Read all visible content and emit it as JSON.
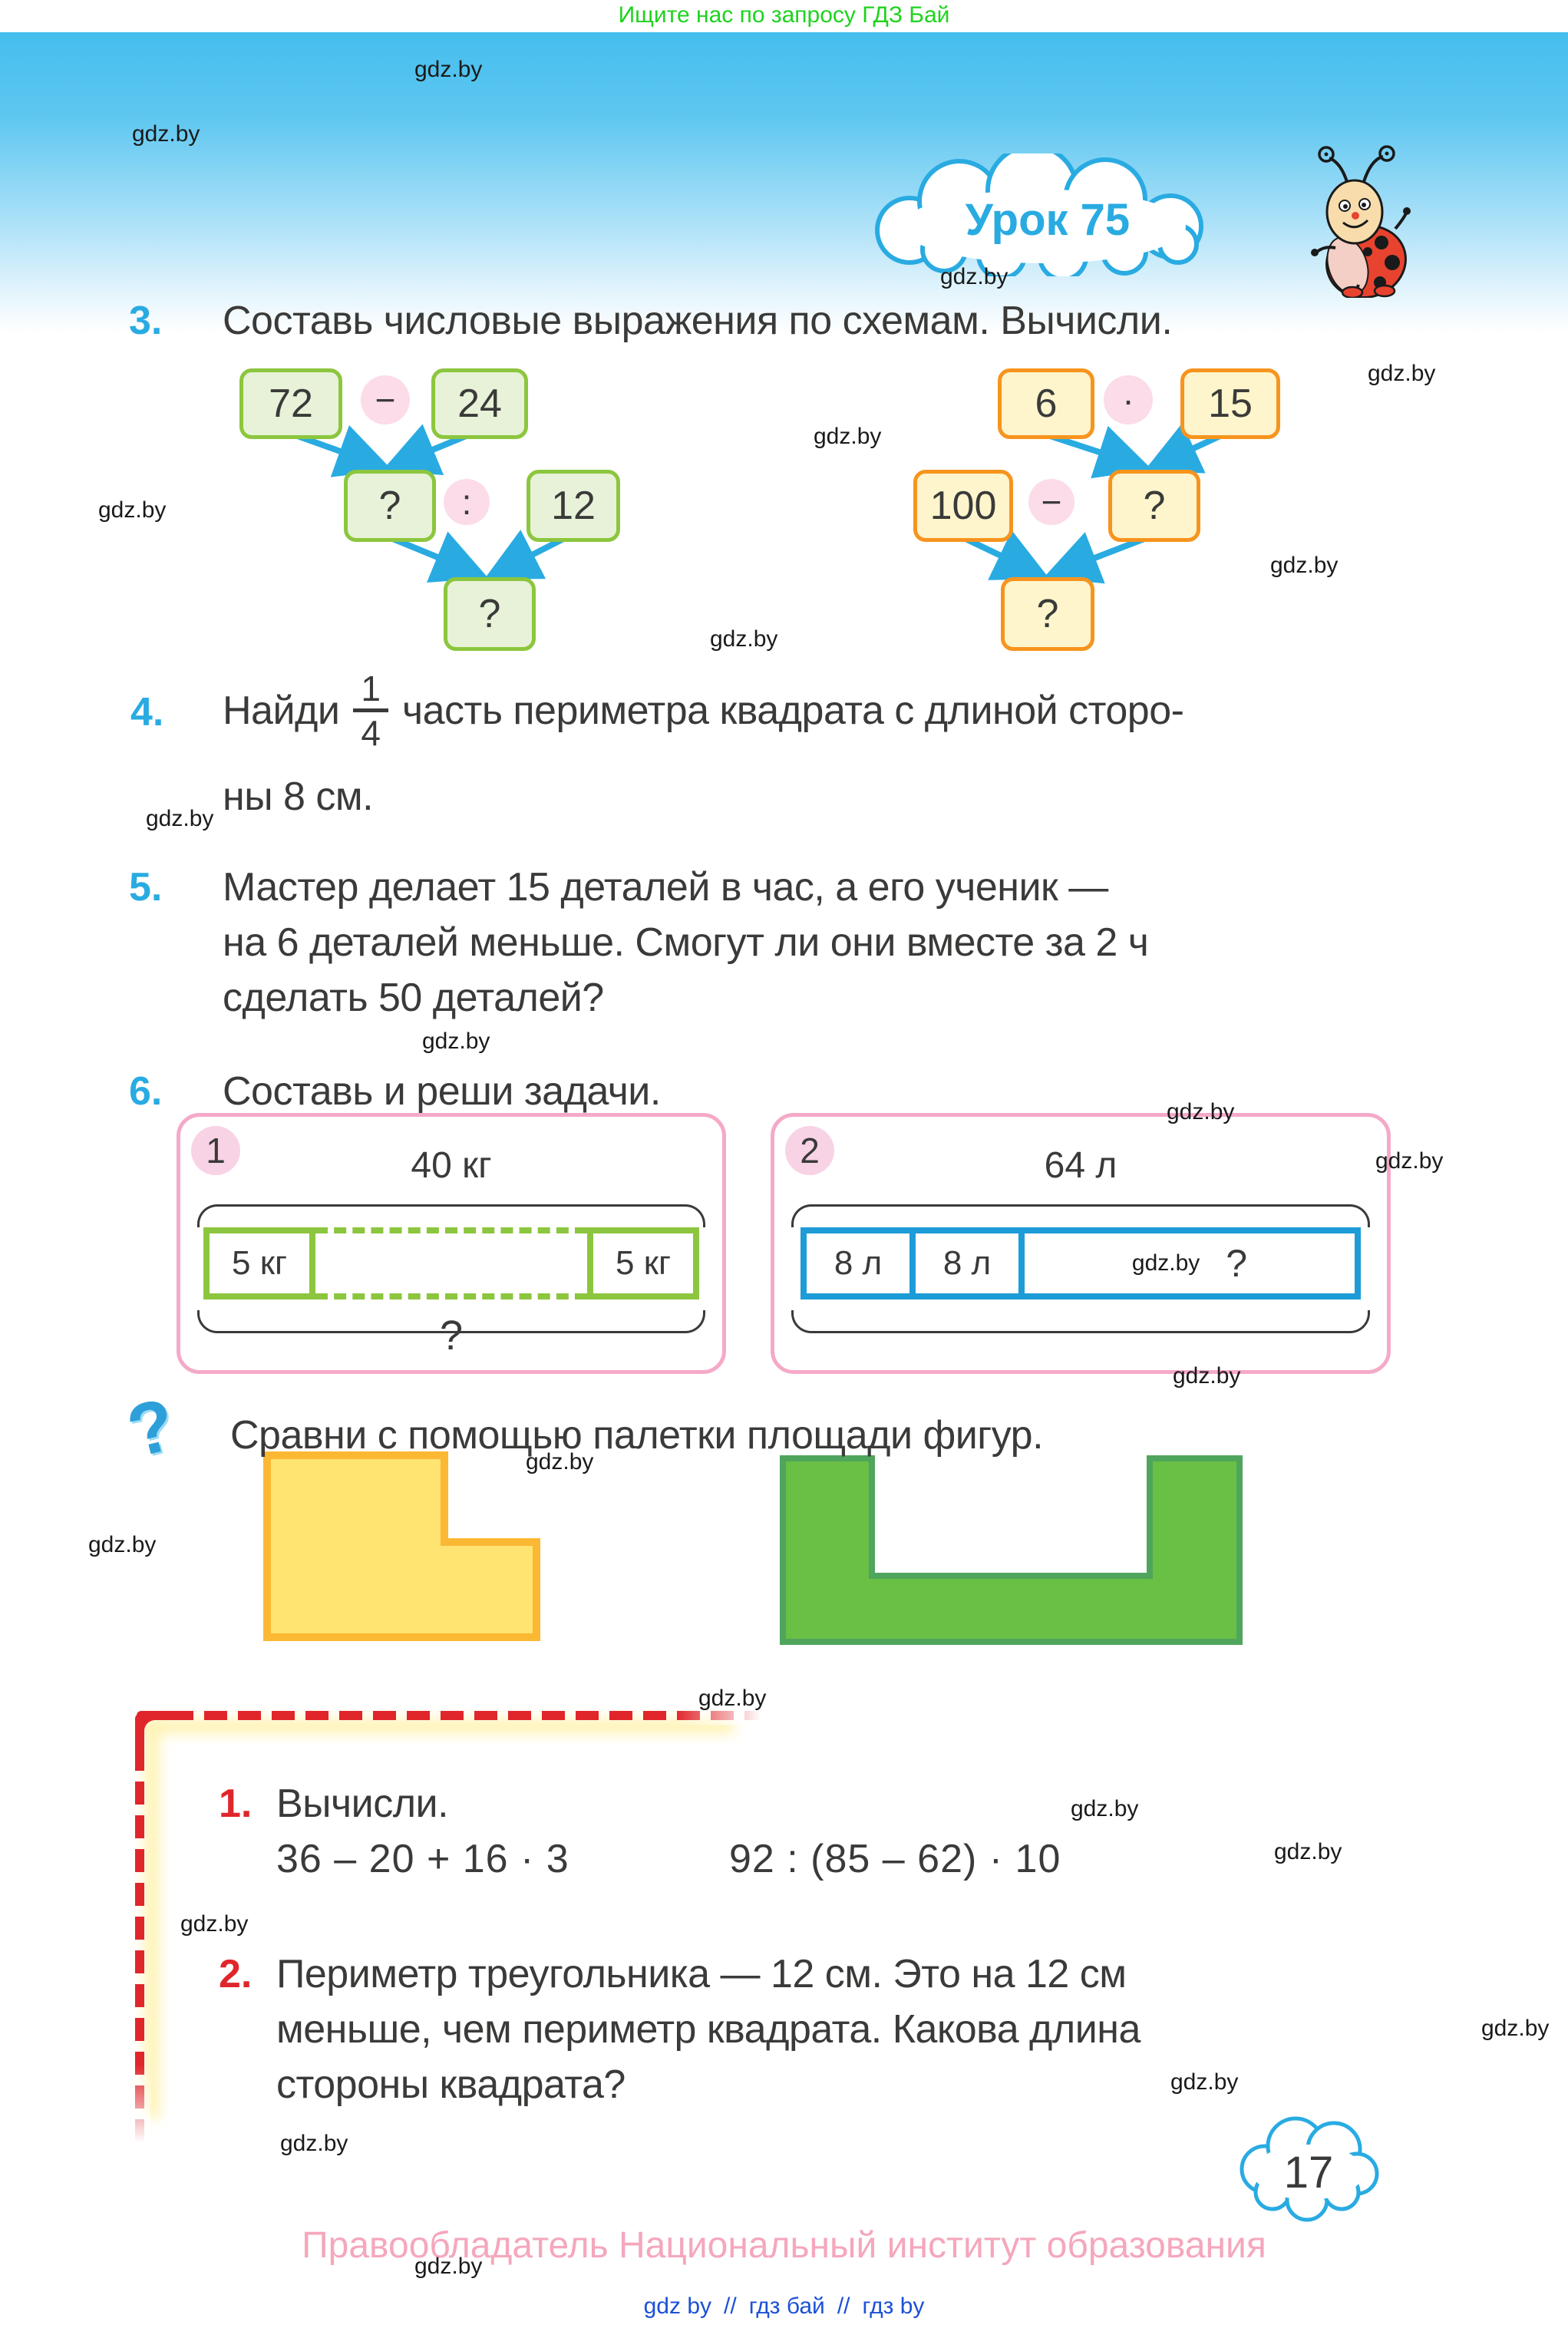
{
  "promo_banner": {
    "text": "Ищите нас по запросу ГДЗ Бай"
  },
  "watermark": "gdz.by",
  "lesson_cloud": {
    "label": "Урок 75"
  },
  "tasks": {
    "t3": {
      "number": "3.",
      "title": "Составь числовые выражения по схемам. Вычисли."
    },
    "t4": {
      "number": "4.",
      "text_before": "Найди",
      "fraction": {
        "numerator": "1",
        "denominator": "4"
      },
      "text_after": "часть периметра квадрата с длиной сторо-",
      "line2": "ны 8 см."
    },
    "t5": {
      "number": "5.",
      "lines": [
        "Мастер делает 15 деталей в час, а его ученик —",
        "на 6 деталей меньше. Смогут ли они вместе за 2 ч",
        "сделать 50 деталей?"
      ]
    },
    "t6": {
      "number": "6.",
      "title": "Составь и реши задачи."
    }
  },
  "scheme_left": {
    "operand1": "72",
    "operator1": "−",
    "operand2": "24",
    "result1": "?",
    "operator2": ":",
    "operand3": "12",
    "result2": "?"
  },
  "scheme_right": {
    "operand1": "6",
    "operator1": "·",
    "operand2": "15",
    "operand3": "100",
    "operator2": "−",
    "result1": "?",
    "result2": "?"
  },
  "card1": {
    "badge": "1",
    "total": "40 кг",
    "left_part": "5 кг",
    "right_part": "5 кг",
    "question": "?"
  },
  "card2": {
    "badge": "2",
    "total": "64 л",
    "part1": "8 л",
    "part2": "8 л",
    "question": "?"
  },
  "compare_task": {
    "icon": "?",
    "title": "Сравни с помощью палетки площади фигур."
  },
  "boxed_tasks": {
    "t1": {
      "number": "1.",
      "title": "Вычисли.",
      "expr1": "36 – 20 + 16 · 3",
      "expr2": "92 : (85 – 62) · 10"
    },
    "t2": {
      "number": "2.",
      "lines": [
        "Периметр треугольника — 12 см. Это на 12 см",
        "меньше, чем периметр квадрата. Какова длина",
        "стороны квадрата?"
      ]
    }
  },
  "page_number": "17",
  "footer": {
    "copyright": "Правообладатель Национальный институт образования",
    "links": [
      "gdz by",
      "гдз бай",
      "гдз by"
    ],
    "separator": "//"
  },
  "colors": {
    "accent_blue": "#29abe2",
    "promo_green": "#1ed31e",
    "text_dark": "#3a3a39",
    "green_border": "#8cc63e",
    "green_fill": "#e7f2d8",
    "orange_border": "#f7941e",
    "yellow_fill": "#fef5cc",
    "pink_op": "#fbdce8",
    "card_pink": "#f5a9c8",
    "badge_pink": "#f8d3e5",
    "bar_blue": "#1e9cd7",
    "shape_yellow_fill": "#ffe472",
    "shape_yellow_border": "#fbb832",
    "shape_green_fill": "#6abf45",
    "shape_green_border": "#4fa55c",
    "red": "#e0262b",
    "footer_pink": "#f5a7bc",
    "link_blue": "#1c51d6"
  }
}
